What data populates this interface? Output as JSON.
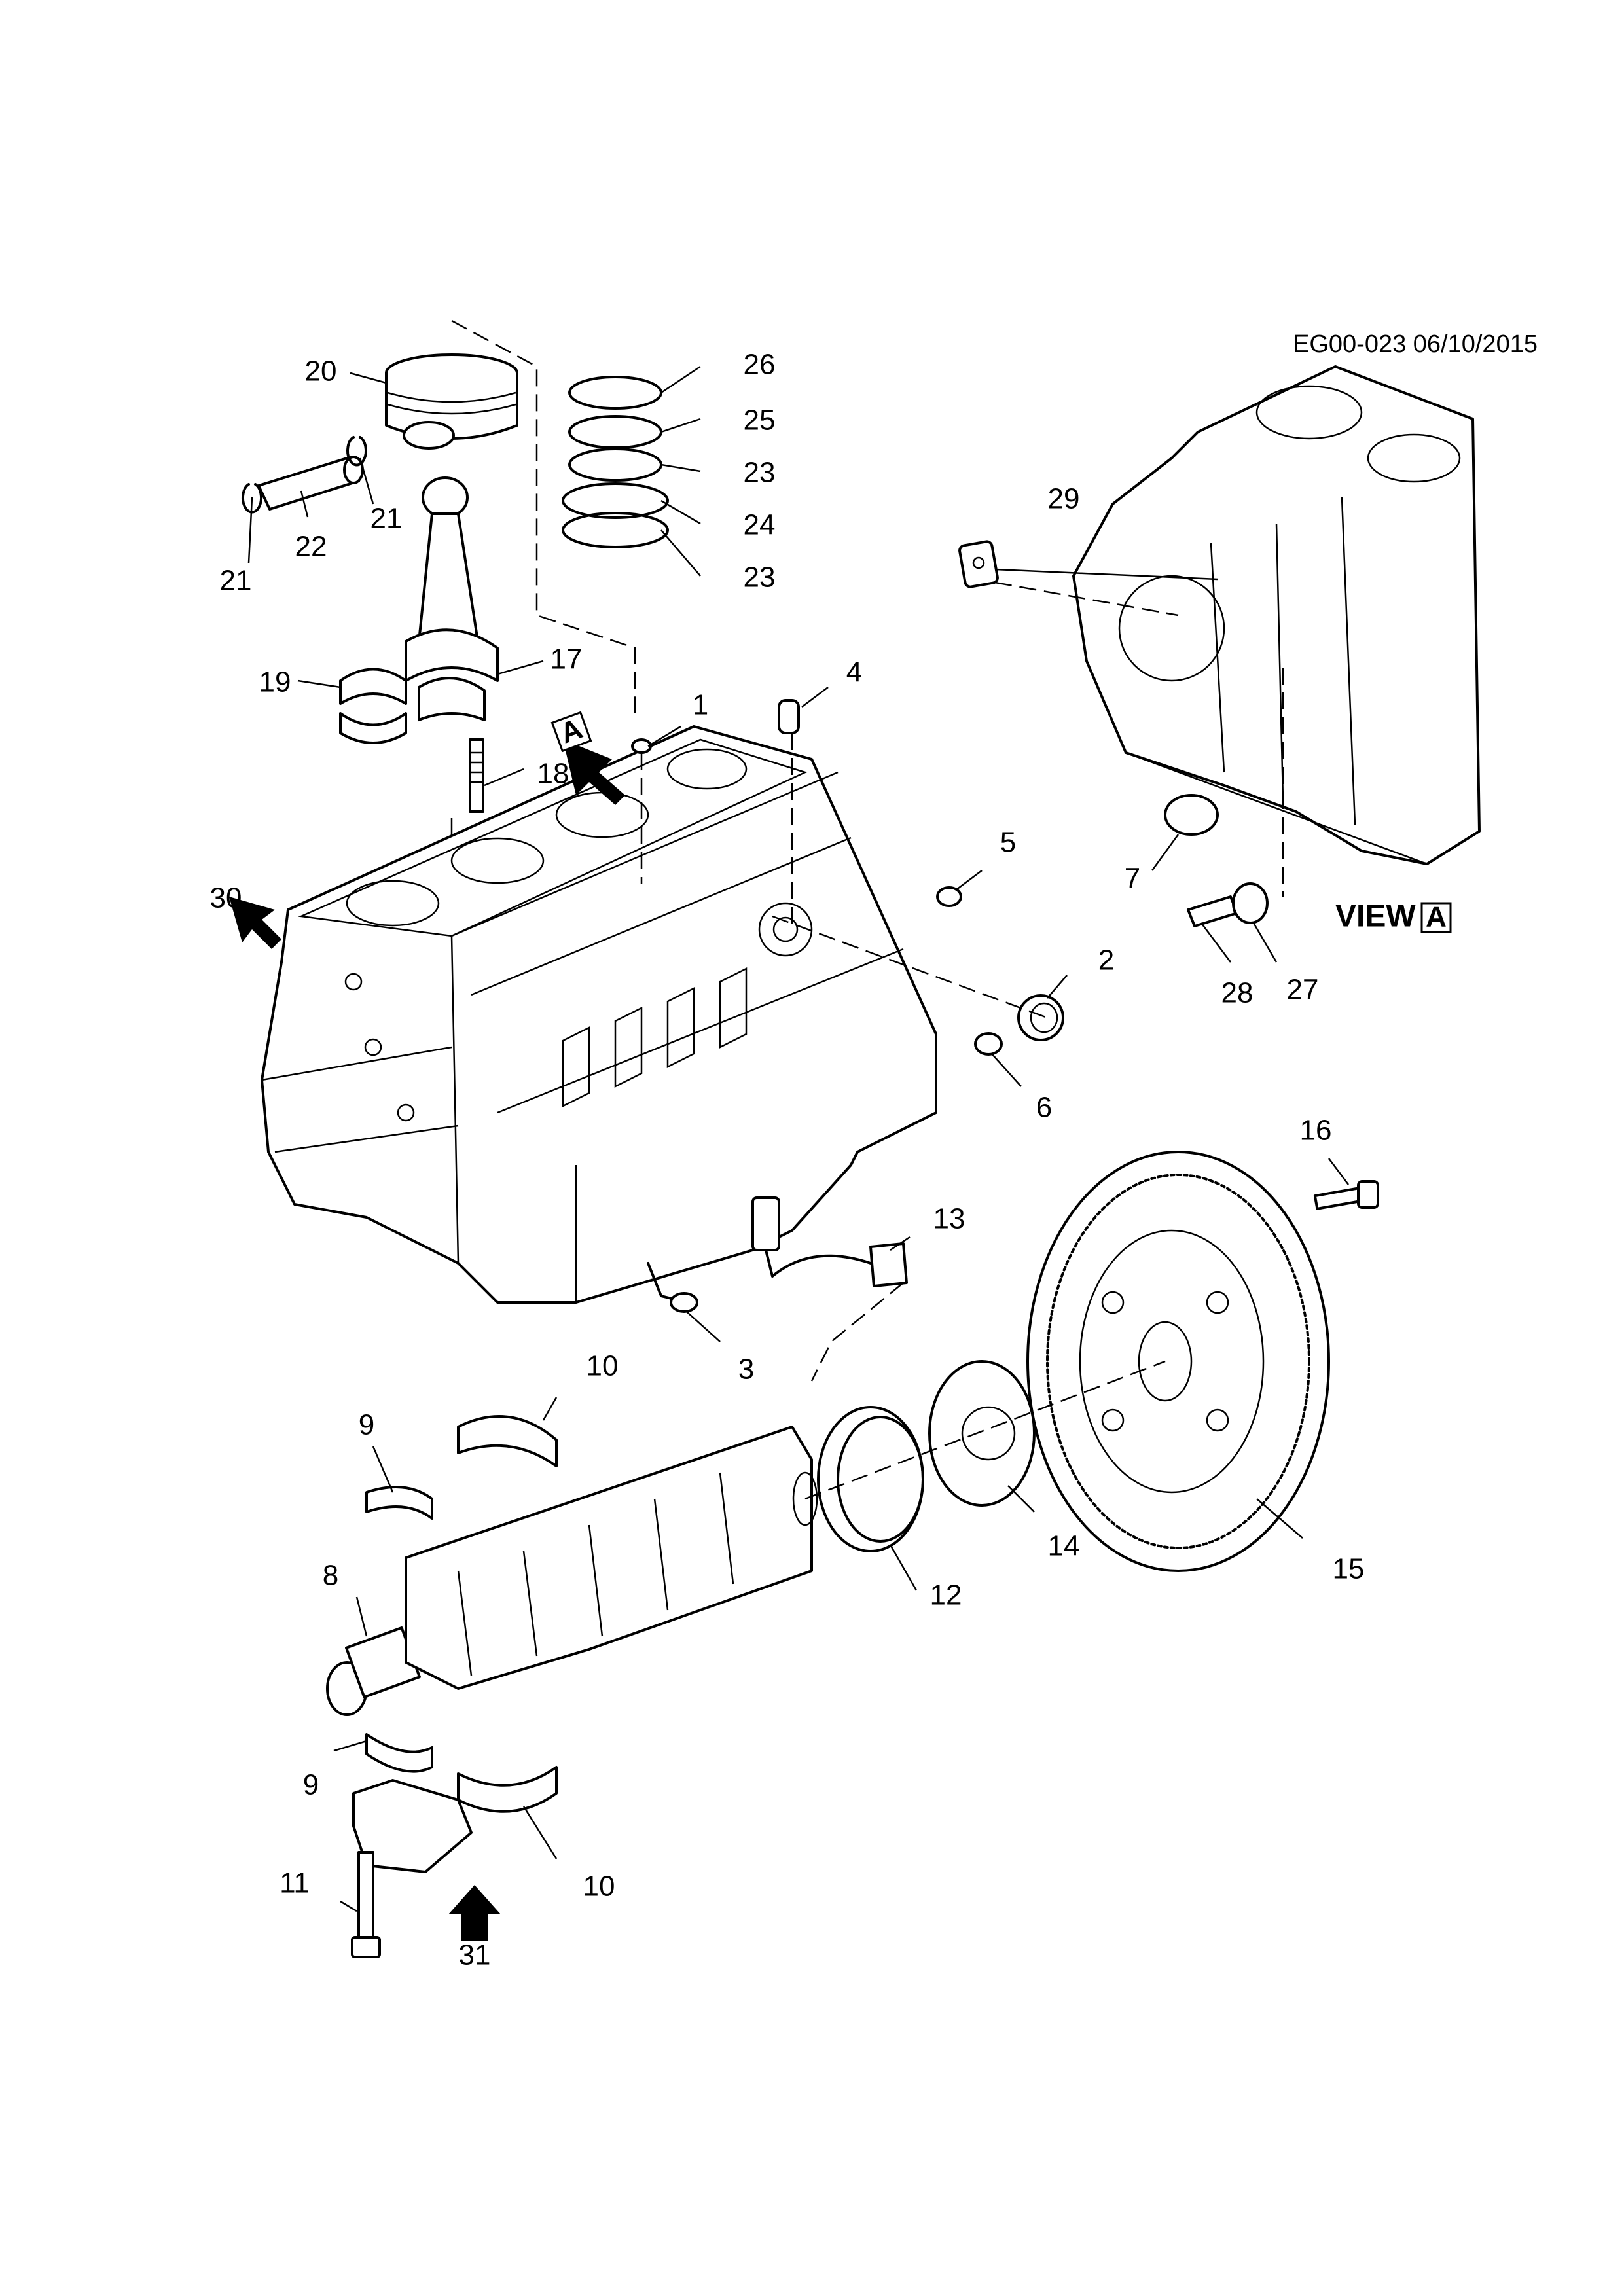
{
  "drawing": {
    "reference": "EG00-023 06/10/2015",
    "view_caption": "VIEW",
    "view_letter": "A",
    "arrow_letter": "A"
  },
  "callouts": {
    "c1": "1",
    "c2": "2",
    "c3": "3",
    "c4": "4",
    "c5": "5",
    "c6": "6",
    "c7": "7",
    "c8": "8",
    "c9a": "9",
    "c9b": "9",
    "c10a": "10",
    "c10b": "10",
    "c11": "11",
    "c12": "12",
    "c13": "13",
    "c14": "14",
    "c15": "15",
    "c16": "16",
    "c17": "17",
    "c18": "18",
    "c19": "19",
    "c20": "20",
    "c21a": "21",
    "c21b": "21",
    "c22": "22",
    "c23a": "23",
    "c23b": "23",
    "c24": "24",
    "c25": "25",
    "c26": "26",
    "c27": "27",
    "c28": "28",
    "c29": "29",
    "c30": "30",
    "c31": "31"
  }
}
